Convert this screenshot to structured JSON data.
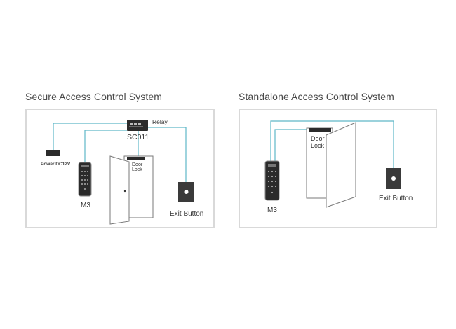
{
  "left_diagram": {
    "title": "Secure Access Control System",
    "relay_label": "Relay",
    "controller_label": "SC011",
    "power_label": "Power DC12V",
    "lock_label_line1": "Door",
    "lock_label_line2": "Lock",
    "reader_label": "M3",
    "exit_label": "Exit Button"
  },
  "right_diagram": {
    "title": "Standalone Access Control System",
    "lock_label_line1": "Door",
    "lock_label_line2": "Lock",
    "reader_label": "M3",
    "exit_label": "Exit Button"
  },
  "colors": {
    "wire": "#5fb8c8",
    "panel_border": "#d9d9d9",
    "device_dark": "#2b2b2b",
    "door_outline": "#7a7a7a"
  },
  "icons": [
    "controller-icon",
    "power-supply-icon",
    "keypad-reader-icon",
    "door-icon",
    "lock-icon",
    "exit-button-icon"
  ]
}
